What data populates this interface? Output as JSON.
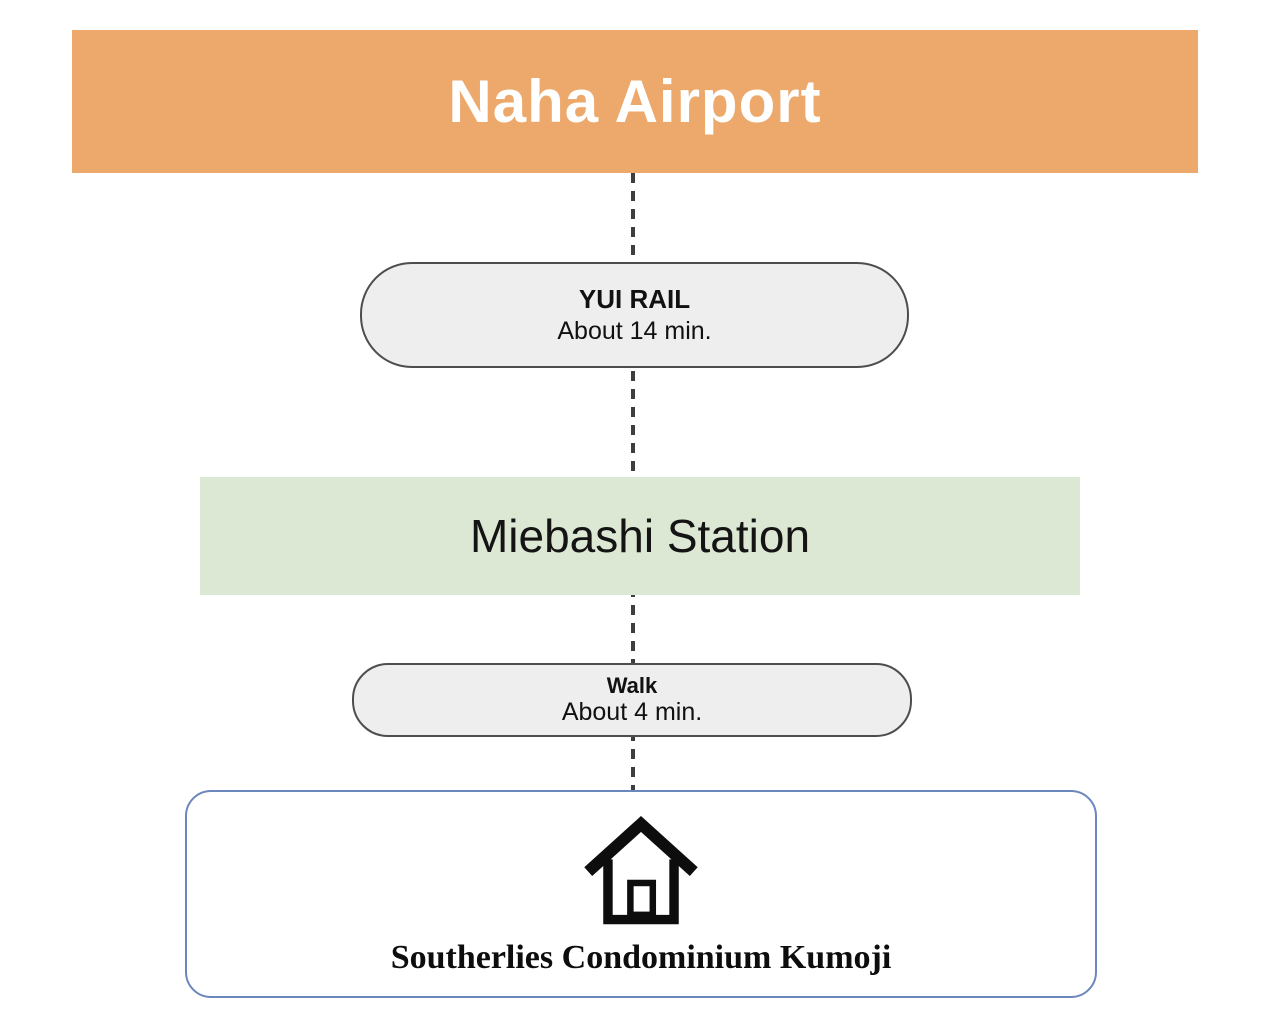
{
  "route": {
    "origin": "Naha Airport",
    "leg1_mode": "YUI RAIL",
    "leg1_duration": "About 14 min.",
    "waypoint": "Miebashi Station",
    "leg2_mode": "Walk",
    "leg2_duration": "About 4 min.",
    "destination": "Southerlies Condominium Kumoji"
  },
  "icons": {
    "house": "house-icon"
  },
  "colors": {
    "origin_banner": "#ECA96B",
    "origin_text": "#FFFFFF",
    "station_banner": "#DCE8D4",
    "pill_fill": "#EEEEEE",
    "pill_border": "#4D4D4D",
    "destination_border": "#6B87BD",
    "connector_dash": "#3E3E3E",
    "text": "#111111"
  }
}
